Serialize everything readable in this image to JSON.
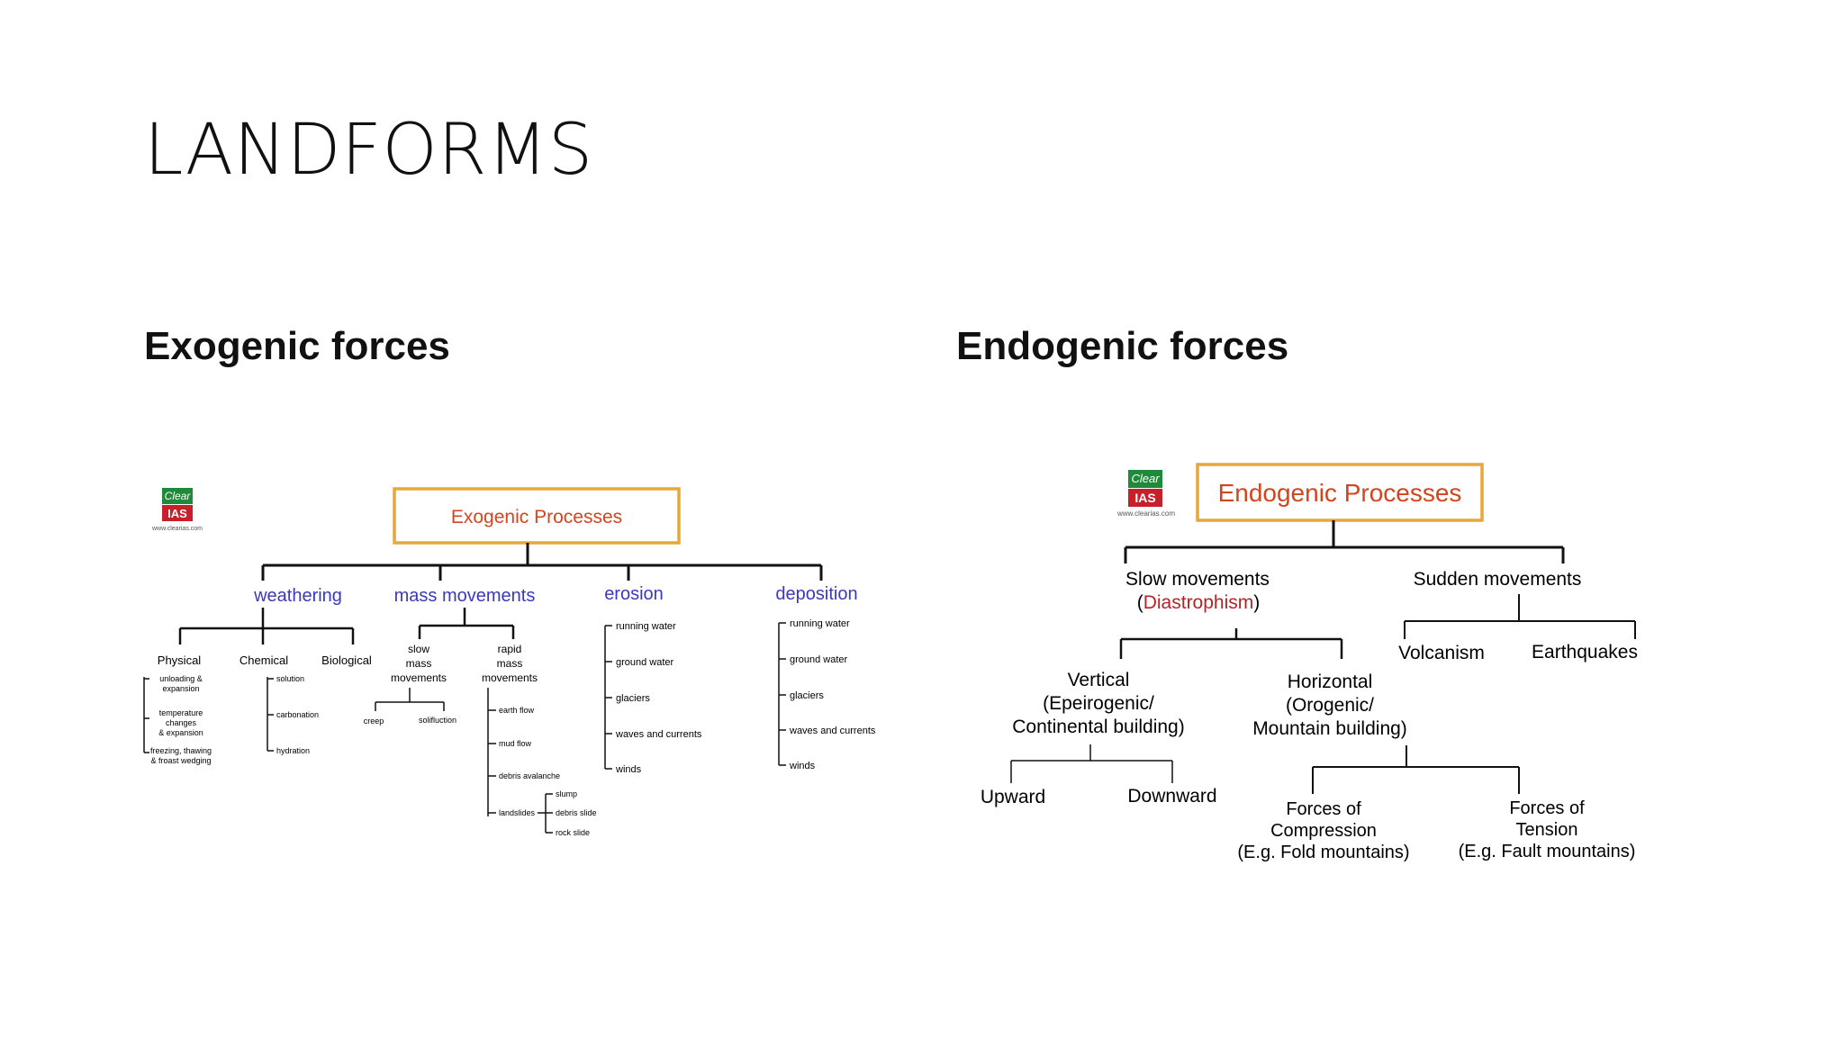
{
  "slide": {
    "title": "LANDFORMS",
    "exo_heading": "Exogenic forces",
    "endo_heading": "Endogenic forces"
  },
  "exo": {
    "logo": {
      "top": "Clear",
      "mid": "IAS",
      "url": "www.clearias.com"
    },
    "root": "Exogenic Processes",
    "weathering": "weathering",
    "mass": "mass movements",
    "erosion": "erosion",
    "deposition": "deposition",
    "physical": "Physical",
    "chemical": "Chemical",
    "biological": "Biological",
    "phys_items": [
      [
        "unloading &",
        "expansion"
      ],
      [
        "temperature",
        "changes",
        "& expansion"
      ],
      [
        "freezing, thawing",
        "& froast wedging"
      ]
    ],
    "chem_items": [
      "solution",
      "carbonation",
      "hydration"
    ],
    "slow": [
      "slow",
      "mass",
      "movements"
    ],
    "rapid": [
      "rapid",
      "mass",
      "movements"
    ],
    "slow_items": [
      "creep",
      "solifluction"
    ],
    "rapid_items": [
      "earth flow",
      "mud flow",
      "debris avalanche",
      "landslides"
    ],
    "landslide_items": [
      "slump",
      "debris slide",
      "rock slide"
    ],
    "erosion_items": [
      "running water",
      "ground water",
      "glaciers",
      "waves and currents",
      "winds"
    ],
    "deposition_items": [
      "running water",
      "ground water",
      "glaciers",
      "waves and currents",
      "winds"
    ]
  },
  "endo": {
    "logo": {
      "top": "Clear",
      "mid": "IAS",
      "url": "www.clearias.com"
    },
    "root": "Endogenic Processes",
    "slow_line1": "Slow movements",
    "paren_open": "(",
    "diastrophism": "Diastrophism",
    "paren_close": ")",
    "sudden": "Sudden movements",
    "volcanism": "Volcanism",
    "earthquakes": "Earthquakes",
    "vertical": [
      "Vertical",
      "(Epeirogenic/",
      "Continental building)"
    ],
    "horizontal": [
      "Horizontal",
      "(Orogenic/",
      "Mountain building)"
    ],
    "upward": "Upward",
    "downward": "Downward",
    "compression": [
      "Forces of",
      "Compression",
      "(E.g. Fold mountains)"
    ],
    "tension": [
      "Forces of",
      "Tension",
      "(E.g. Fault mountains)"
    ]
  },
  "colors": {
    "root_text": "#d2451e",
    "root_border": "#e8a73a",
    "exo_category": "#3a3ab8",
    "diastrophism": "#b3242a",
    "logo_green": "#1e8a3a",
    "logo_red": "#c8202a",
    "line": "#111111"
  }
}
